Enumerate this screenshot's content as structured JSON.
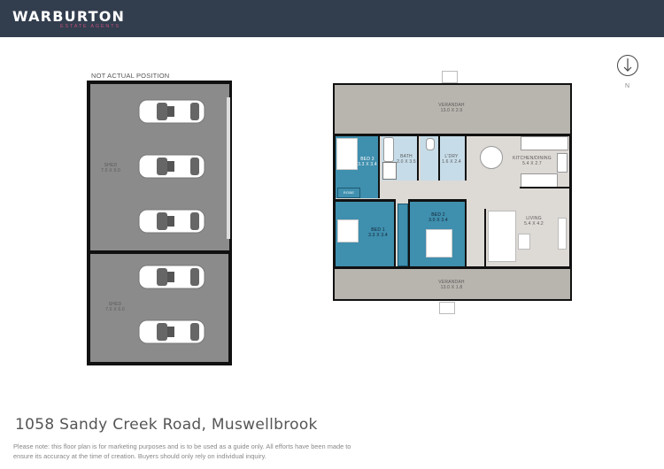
{
  "header": {
    "brand": "WARBURTON",
    "brand_sub": "ESTATE AGENTS",
    "background": "#323d4e",
    "accent": "#c0507a"
  },
  "sheds": {
    "note": "NOT ACTUAL POSITION",
    "shed1": {
      "name": "SHED",
      "size": "7.0 X 9.0",
      "cars": 3
    },
    "shed2": {
      "name": "SHED",
      "size": "7.0 X 6.0",
      "cars": 2
    }
  },
  "compass": {
    "label": "N"
  },
  "floorplan": {
    "verandah_top": {
      "name": "VERANDAH",
      "size": "13.0 X 2.9"
    },
    "verandah_bottom": {
      "name": "VERANDAH",
      "size": "13.0 X 1.8"
    },
    "rooms": {
      "bed3": {
        "name": "BED 3",
        "size": "3.3 X 3.4"
      },
      "bath": {
        "name": "BATH",
        "size": "2.0 X 3.5"
      },
      "ldry": {
        "name": "L'DRY",
        "size": "1.6 X 2.4"
      },
      "kitchen": {
        "name": "KITCHEN/DINING",
        "size": "5.4 X 2.7"
      },
      "bed1": {
        "name": "BED 1",
        "size": "3.3 X 3.4"
      },
      "bed2": {
        "name": "BED 2",
        "size": "3.0 X 3.4"
      },
      "living": {
        "name": "LIVING",
        "size": "5.4 X 4.2"
      },
      "robe": {
        "name": "ROBE"
      }
    },
    "colors": {
      "bedroom": "#3f8fae",
      "wet": "#c6dce8",
      "living": "#ddd9d5",
      "verandah": "#b8b4ae",
      "wall": "#111111"
    }
  },
  "footer": {
    "address": "1058 Sandy Creek Road, Muswellbrook",
    "disclaimer": "Please note: this floor plan is for marketing purposes and is to be used as a guide only. All efforts have been made to ensure its accuracy at the time of creation. Buyers should only rely on individual inquiry."
  }
}
